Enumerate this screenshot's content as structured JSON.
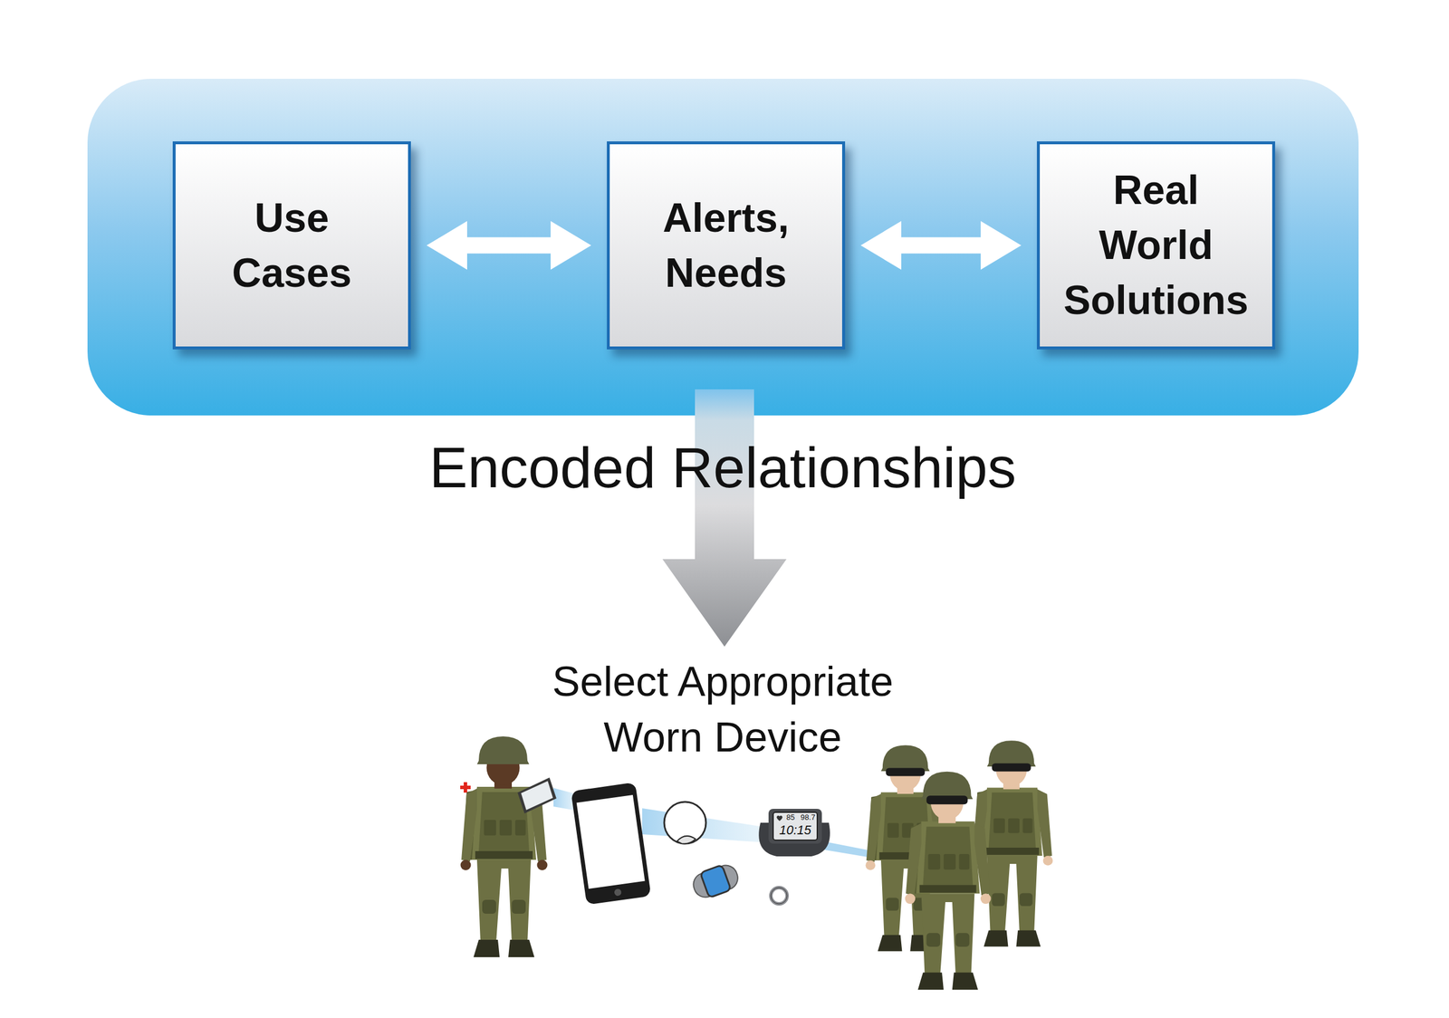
{
  "diagram": {
    "nodes": [
      {
        "text": [
          "Use Cases"
        ]
      },
      {
        "text": [
          "Alerts, Needs"
        ]
      },
      {
        "text": [
          "Real World Solutions"
        ]
      }
    ],
    "edges": [
      {
        "from": 0,
        "to": 1,
        "arrow": "both"
      },
      {
        "from": 1,
        "to": 2,
        "arrow": "both"
      }
    ],
    "labels": [
      "Encoded Relationships",
      "Select Appropriate Worn Device",
      "85",
      "98.7",
      "10:15"
    ]
  }
}
